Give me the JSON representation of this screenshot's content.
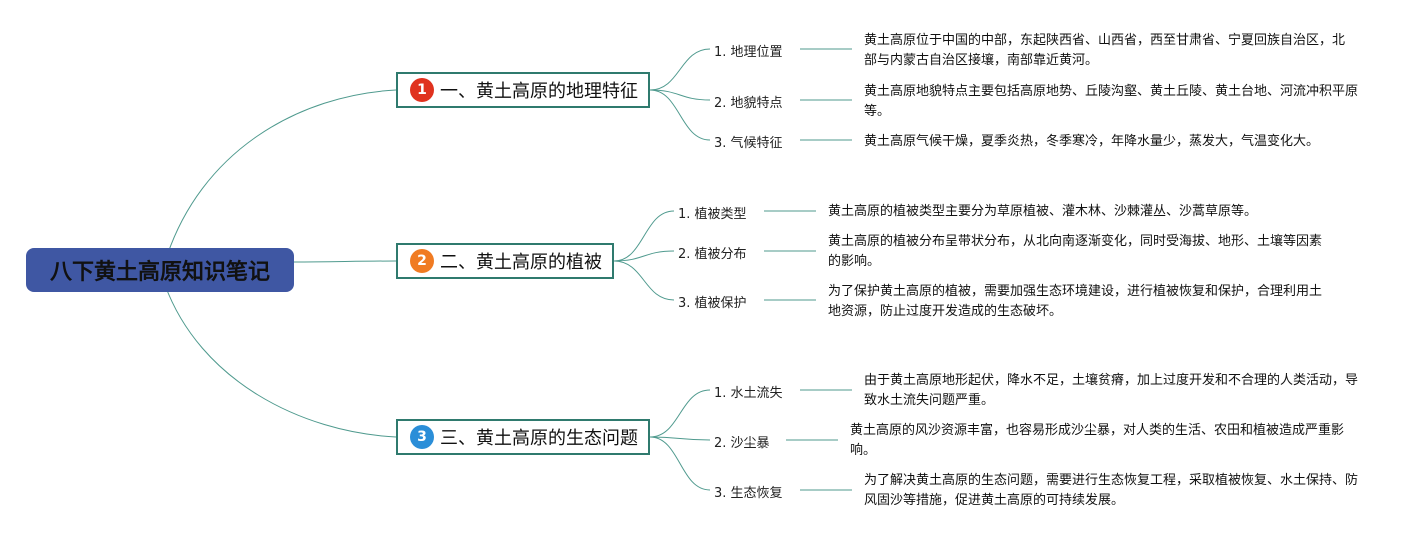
{
  "root": {
    "title": "八下黄土高原知识笔记"
  },
  "topics": [
    {
      "number": "1",
      "badge_color": "#e0321e",
      "title": "一、黄土高原的地理特征",
      "items": [
        {
          "label": "1. 地理位置",
          "desc": "黄土高原位于中国的中部，东起陕西省、山西省，西至甘肃省、宁夏回族自治区，北部与内蒙古自治区接壤，南部靠近黄河。"
        },
        {
          "label": "2. 地貌特点",
          "desc": "黄土高原地貌特点主要包括高原地势、丘陵沟壑、黄土丘陵、黄土台地、河流冲积平原等。"
        },
        {
          "label": "3. 气候特征",
          "desc": "黄土高原气候干燥，夏季炎热，冬季寒冷，年降水量少，蒸发大，气温变化大。"
        }
      ]
    },
    {
      "number": "2",
      "badge_color": "#f07b22",
      "title": "二、黄土高原的植被",
      "items": [
        {
          "label": "1. 植被类型",
          "desc": "黄土高原的植被类型主要分为草原植被、灌木林、沙棘灌丛、沙蒿草原等。"
        },
        {
          "label": "2. 植被分布",
          "desc": "黄土高原的植被分布呈带状分布，从北向南逐渐变化，同时受海拔、地形、土壤等因素的影响。"
        },
        {
          "label": "3. 植被保护",
          "desc": "为了保护黄土高原的植被，需要加强生态环境建设，进行植被恢复和保护，合理利用土地资源，防止过度开发造成的生态破坏。"
        }
      ]
    },
    {
      "number": "3",
      "badge_color": "#2b8ed8",
      "title": "三、黄土高原的生态问题",
      "items": [
        {
          "label": "1. 水土流失",
          "desc": "由于黄土高原地形起伏，降水不足，土壤贫瘠，加上过度开发和不合理的人类活动，导致水土流失问题严重。"
        },
        {
          "label": "2. 沙尘暴",
          "desc": "黄土高原的风沙资源丰富，也容易形成沙尘暴，对人类的生活、农田和植被造成严重影响。"
        },
        {
          "label": "3. 生态恢复",
          "desc": "为了解决黄土高原的生态问题，需要进行生态恢复工程，采取植被恢复、水土保持、防风固沙等措施，促进黄土高原的可持续发展。"
        }
      ]
    }
  ]
}
